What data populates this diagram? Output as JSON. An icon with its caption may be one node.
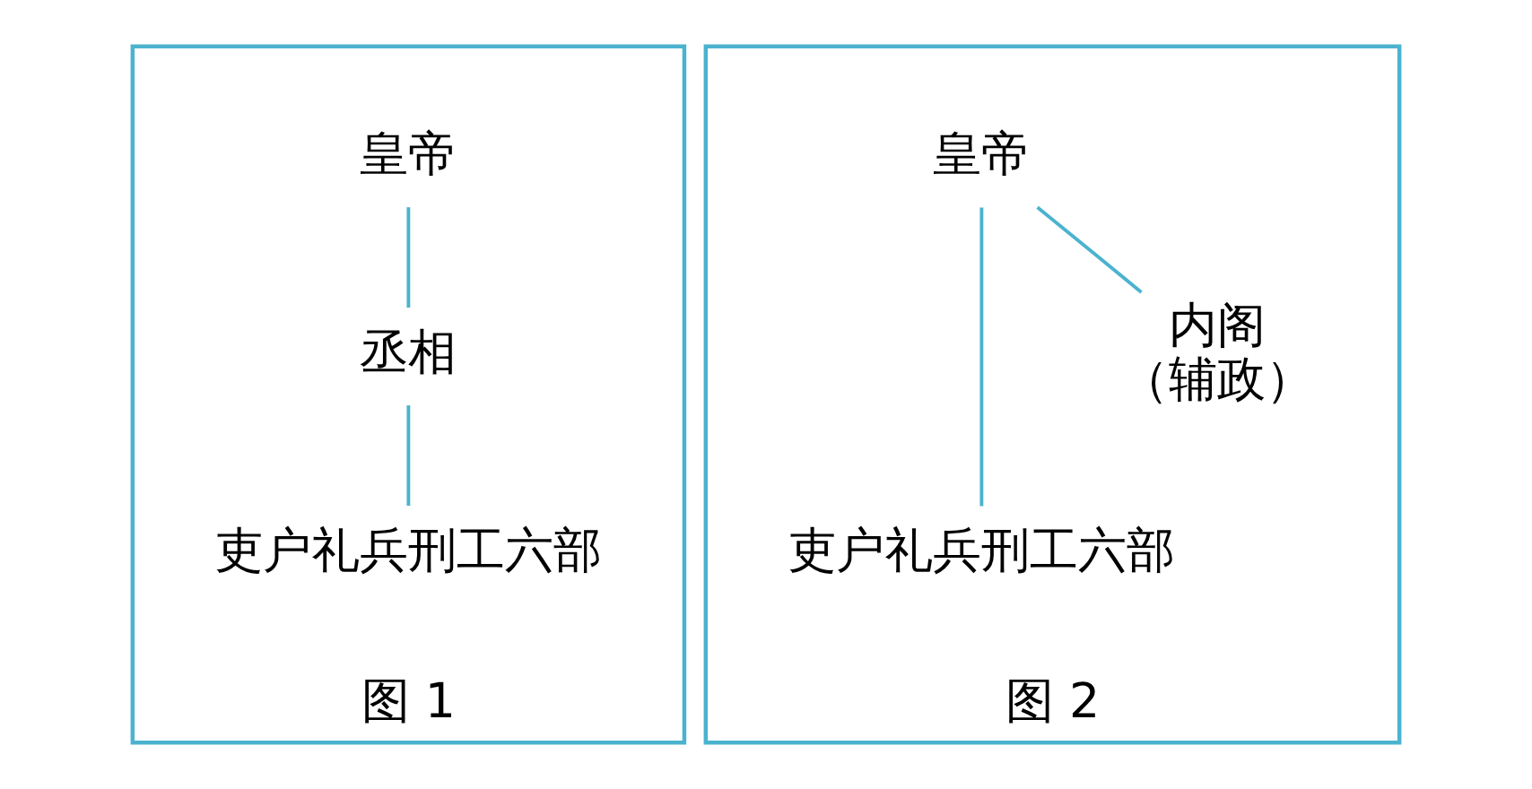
{
  "diagram": {
    "nodes": [
      {
        "text": [
          "图 1"
        ]
      },
      {
        "text": [
          "皇帝"
        ],
        "in": 0
      },
      {
        "text": [
          "丞相"
        ],
        "in": 0
      },
      {
        "text": [
          "吏户礼兵刑工六部"
        ],
        "in": 0
      },
      {
        "text": [
          "图 2"
        ]
      },
      {
        "text": [
          "皇帝"
        ],
        "in": 4
      },
      {
        "text": [
          "内阁",
          "（辅政）"
        ],
        "in": 4
      },
      {
        "text": [
          "吏户礼兵刑工六部"
        ],
        "in": 4
      }
    ],
    "edges": [
      {
        "from": 1,
        "to": 2,
        "arrow": "none"
      },
      {
        "from": 2,
        "to": 3,
        "arrow": "none"
      },
      {
        "from": 5,
        "to": 7,
        "arrow": "none"
      },
      {
        "from": 5,
        "to": 6,
        "arrow": "none"
      }
    ]
  }
}
